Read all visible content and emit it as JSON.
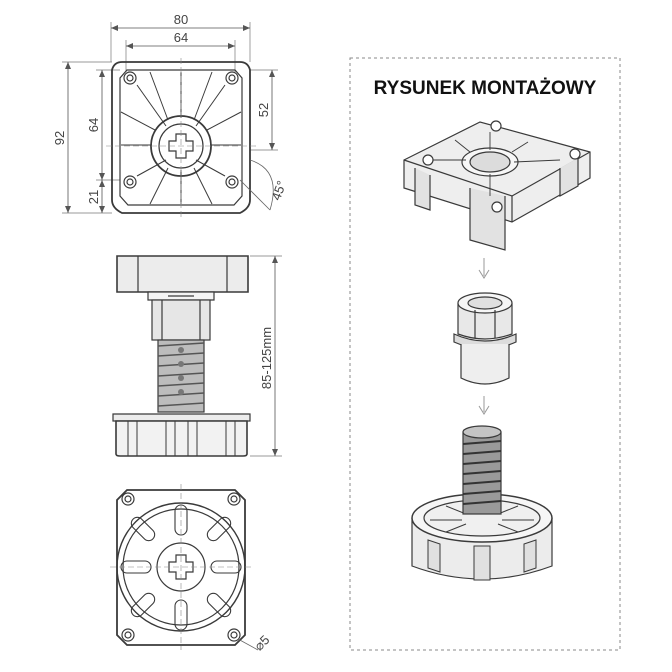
{
  "drawing": {
    "title": "RYSUNEK MONTAŻOWY",
    "top_view": {
      "width_outer": "80",
      "width_holes": "64",
      "height_total": "92",
      "height_holes": "64",
      "offset_right": "52",
      "offset_bottom": "21",
      "angle": "45°"
    },
    "side_view": {
      "height_range": "85-125mm"
    },
    "bottom_view": {
      "hole_diameter": "⌀5"
    }
  },
  "colors": {
    "line": "#3a3a3a",
    "dim_line": "#555555",
    "part_fill": "#ececec",
    "thread_fill": "#9a9a9a"
  }
}
